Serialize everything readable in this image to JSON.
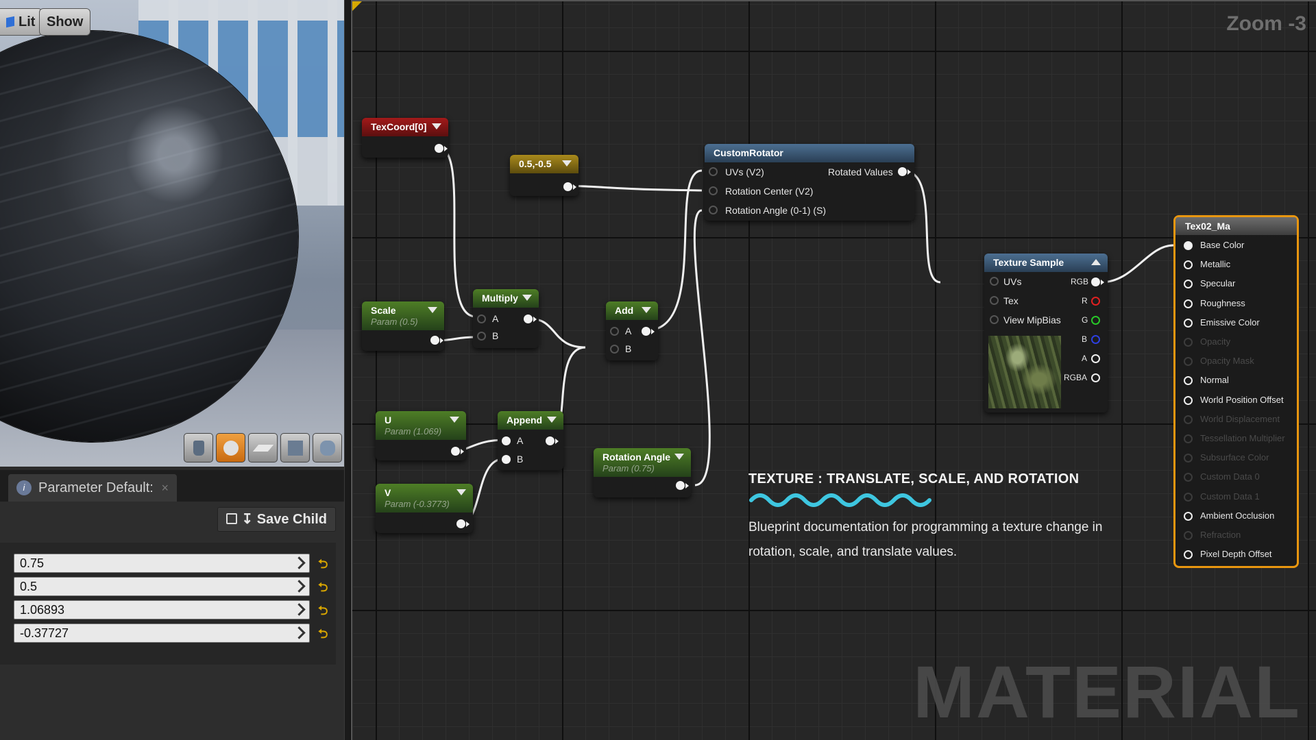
{
  "viewport": {
    "lit_label": "Lit",
    "show_label": "Show",
    "preview_shapes": [
      "cylinder-icon",
      "sphere-icon",
      "plane-icon",
      "cube-icon",
      "custom-mesh-icon"
    ],
    "active_shape": "sphere-icon"
  },
  "params_panel": {
    "tab_label": "Parameter Default:",
    "save_child_label": "↧ Save Child",
    "values": [
      "0.75",
      "0.5",
      "1.06893",
      "-0.37727"
    ]
  },
  "graph": {
    "zoom_label": "Zoom -3",
    "watermark": "MATERIAL",
    "nodes": {
      "texcoord": {
        "title": "TexCoord[0]"
      },
      "constant2": {
        "title": "0.5,-0.5"
      },
      "scale": {
        "title": "Scale",
        "sub": "Param (0.5)"
      },
      "multiply": {
        "title": "Multiply",
        "pins": [
          "A",
          "B"
        ]
      },
      "add": {
        "title": "Add",
        "pins": [
          "A",
          "B"
        ]
      },
      "u_param": {
        "title": "U",
        "sub": "Param (1.069)"
      },
      "v_param": {
        "title": "V",
        "sub": "Param (-0.3773)"
      },
      "append": {
        "title": "Append",
        "pins": [
          "A",
          "B"
        ]
      },
      "rotation_angle": {
        "title": "Rotation Angle",
        "sub": "Param (0.75)"
      },
      "custom_rotator": {
        "title": "CustomRotator",
        "inputs": [
          "UVs (V2)",
          "Rotation Center (V2)",
          "Rotation Angle (0-1) (S)"
        ],
        "output": "Rotated Values"
      },
      "texture_sample": {
        "title": "Texture Sample",
        "inputs": [
          "UVs",
          "Tex",
          "View MipBias"
        ],
        "outputs": [
          "RGB",
          "R",
          "G",
          "B",
          "A",
          "RGBA"
        ]
      }
    },
    "result_node": {
      "title": "Tex02_Ma",
      "pins": [
        {
          "label": "Base Color",
          "state": "connected"
        },
        {
          "label": "Metallic",
          "state": "active"
        },
        {
          "label": "Specular",
          "state": "active"
        },
        {
          "label": "Roughness",
          "state": "active"
        },
        {
          "label": "Emissive Color",
          "state": "active"
        },
        {
          "label": "Opacity",
          "state": "disabled"
        },
        {
          "label": "Opacity Mask",
          "state": "disabled"
        },
        {
          "label": "Normal",
          "state": "active"
        },
        {
          "label": "World Position Offset",
          "state": "active"
        },
        {
          "label": "World Displacement",
          "state": "disabled"
        },
        {
          "label": "Tessellation Multiplier",
          "state": "disabled"
        },
        {
          "label": "Subsurface Color",
          "state": "disabled"
        },
        {
          "label": "Custom Data 0",
          "state": "disabled"
        },
        {
          "label": "Custom Data 1",
          "state": "disabled"
        },
        {
          "label": "Ambient Occlusion",
          "state": "active"
        },
        {
          "label": "Refraction",
          "state": "disabled"
        },
        {
          "label": "Pixel Depth Offset",
          "state": "active"
        }
      ]
    }
  },
  "annotation": {
    "title": "TEXTURE : TRANSLATE, SCALE, AND ROTATION",
    "body": "Blueprint documentation for programming a texture change in rotation, scale, and translate values.",
    "wave_color": "#3ec6e0"
  },
  "colors": {
    "result_border": "#e9960f",
    "channel_r": "#e02020",
    "channel_g": "#28c828",
    "channel_b": "#2d3fe0"
  }
}
